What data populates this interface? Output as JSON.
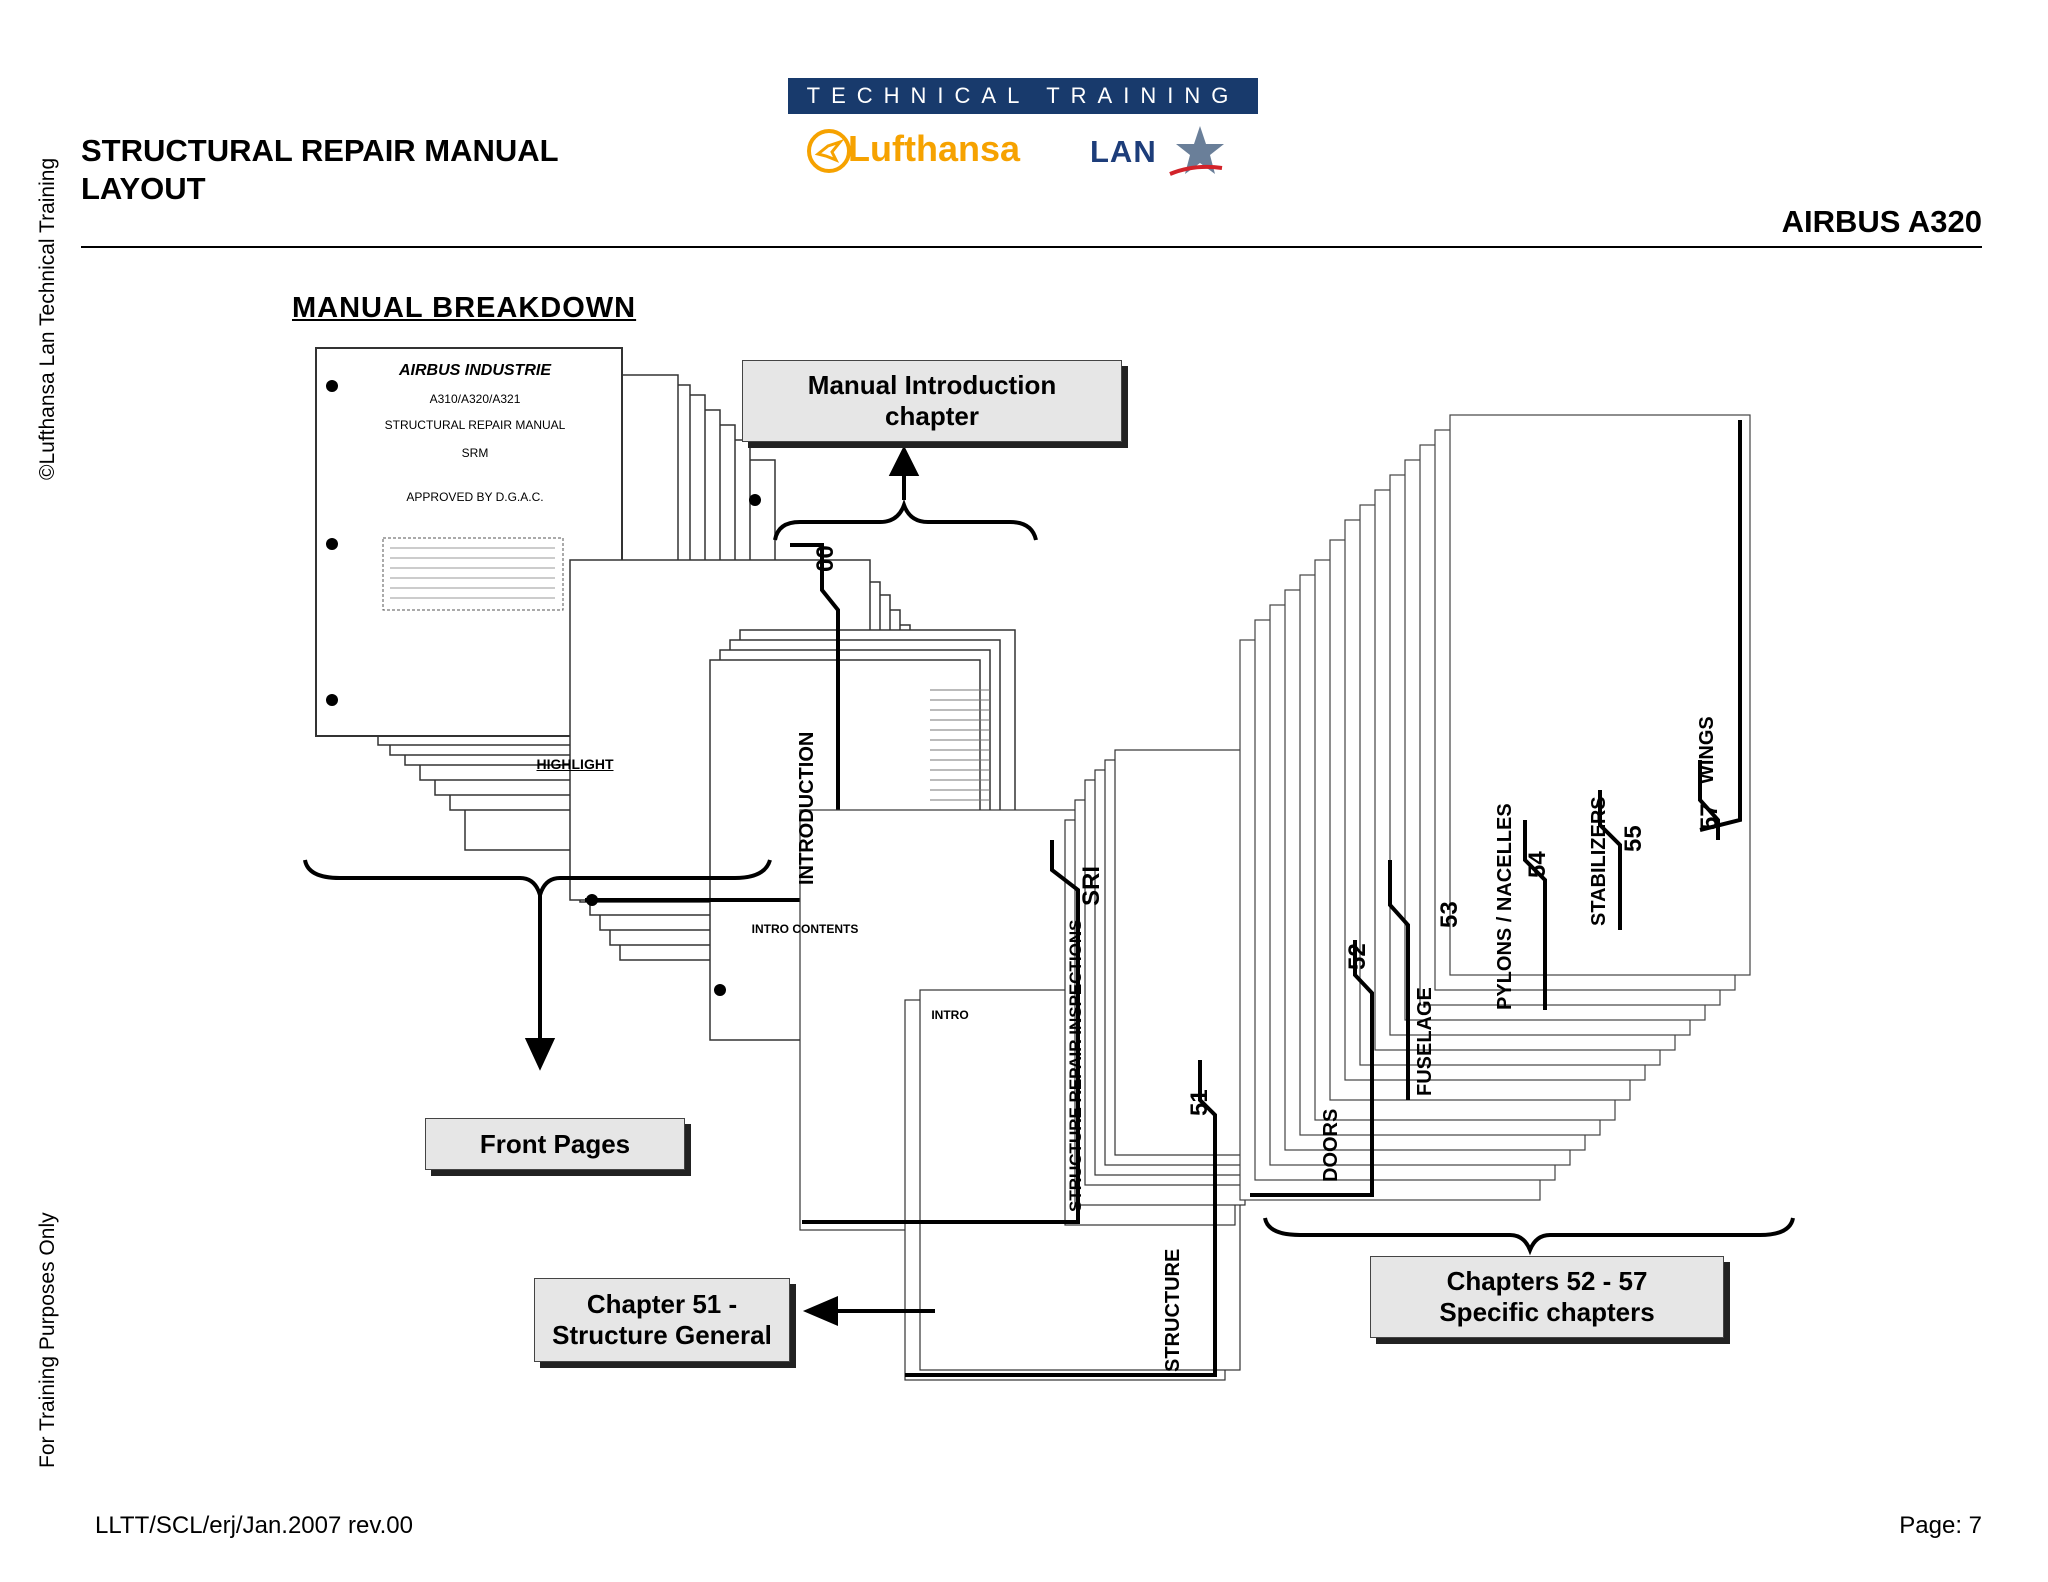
{
  "side_text": {
    "copyright": "©Lufthansa Lan Technical Training",
    "training": "For Training Purposes Only"
  },
  "header": {
    "title_line1": "STRUCTURAL REPAIR MANUAL",
    "title_line2": "LAYOUT",
    "aircraft": "AIRBUS A320",
    "banner": "TECHNICAL TRAINING",
    "logo_lufthansa": "Lufthansa",
    "logo_lan": "LAN"
  },
  "diagram": {
    "heading": "MANUAL BREAKDOWN",
    "cover": {
      "publisher": "AIRBUS INDUSTRIE",
      "models": "A310/A320/A321",
      "manual": "STRUCTURAL REPAIR MANUAL",
      "abbrev": "SRM",
      "approval": "APPROVED BY D.G.A.C.",
      "highlight": "HIGHLIGHT"
    },
    "intro_tab": "00",
    "intro_label": "INTRODUCTION",
    "intro_contents": "INTRO CONTENTS",
    "intro_short": "INTRO",
    "sri_tab": "SRI",
    "sri_label": "STRUCTURE REPAIR INSPECTIONS",
    "chapters": [
      {
        "num": "51",
        "name": "STRUCTURE"
      },
      {
        "num": "52",
        "name": "DOORS"
      },
      {
        "num": "53",
        "name": "FUSELAGE"
      },
      {
        "num": "54",
        "name": "PYLONS / NACELLES"
      },
      {
        "num": "55",
        "name": "STABILIZERS"
      },
      {
        "num": "57",
        "name": "WINGS"
      }
    ],
    "box_intro_line1": "Manual Introduction",
    "box_intro_line2": "chapter",
    "box_front": "Front Pages",
    "box_ch51_line1": "Chapter 51 -",
    "box_ch51_line2": "Structure General",
    "box_specific_line1": "Chapters 52 - 57",
    "box_specific_line2": "Specific chapters"
  },
  "footer": {
    "ref": "LLTT/SCL/erj/Jan.2007 rev.00",
    "page": "Page: 7"
  }
}
